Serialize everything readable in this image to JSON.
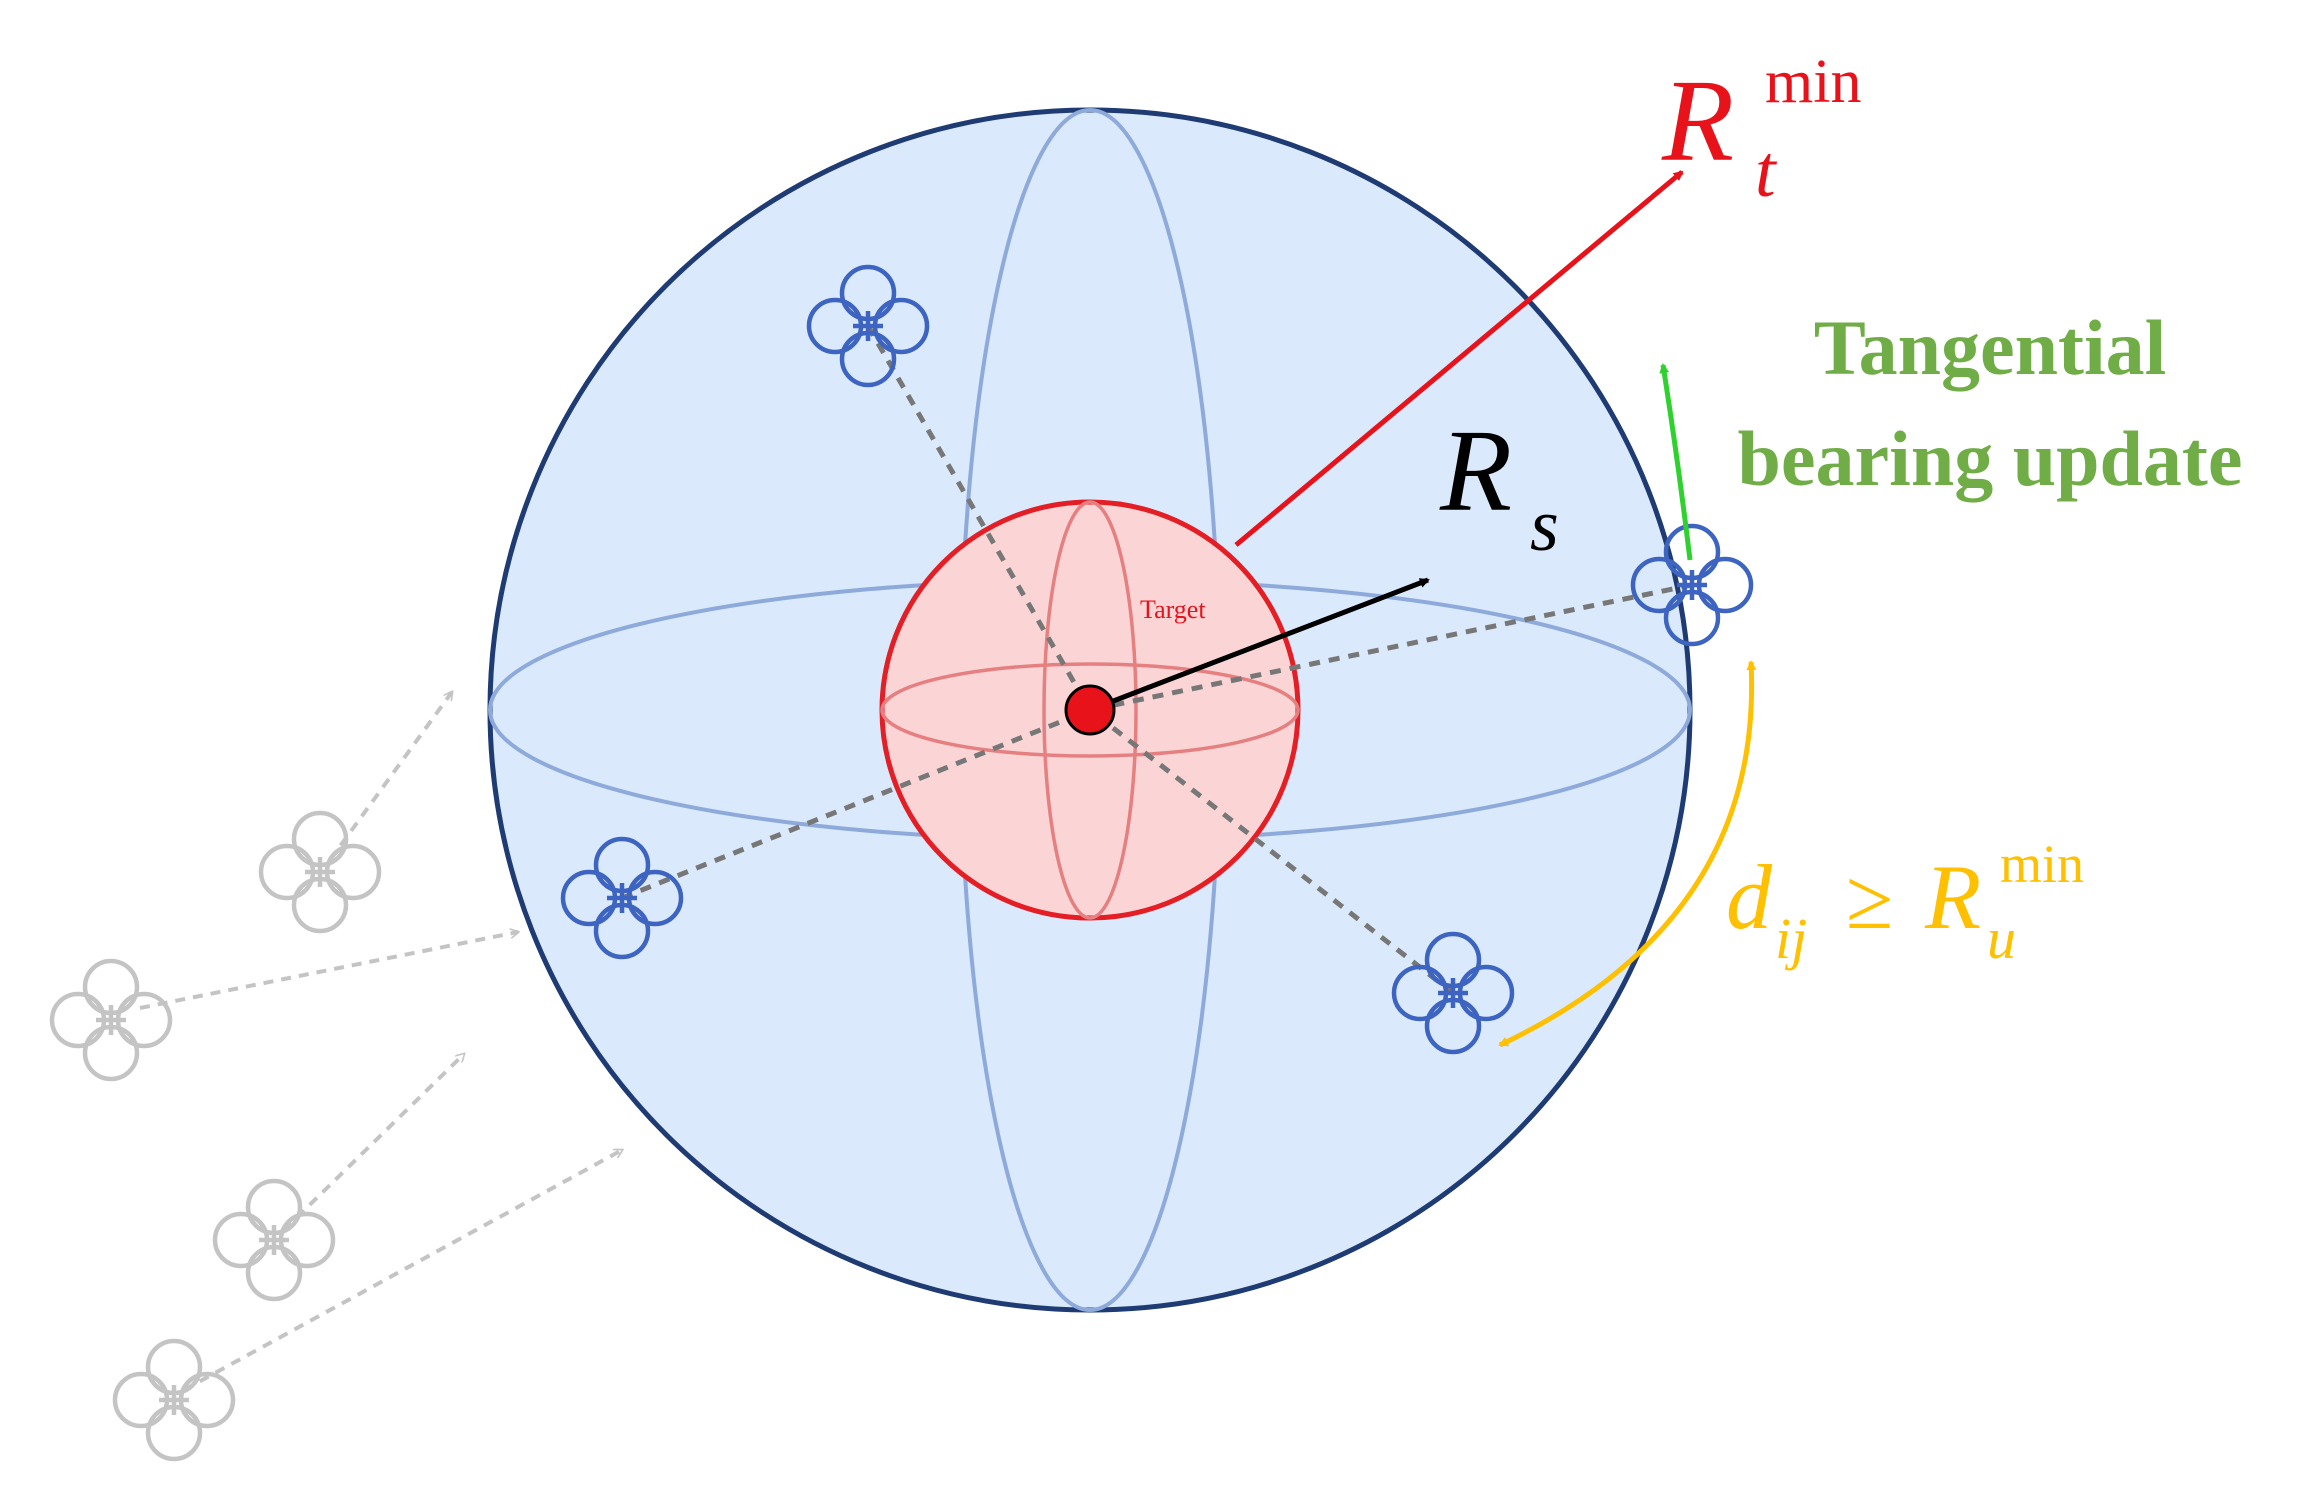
{
  "labels": {
    "target": "Target",
    "r_t_main": "R",
    "r_t_sub": "t",
    "r_t_sup": "min",
    "r_s_main": "R",
    "r_s_sub": "s",
    "tangential_line1": "Tangential",
    "tangential_line2": "bearing update",
    "d_main": "d",
    "d_sub": "ij",
    "geq": "≥",
    "r_u_main": "R",
    "r_u_sub": "u",
    "r_u_sup": "min"
  },
  "colors": {
    "sphere_fill": "#dae9fb",
    "sphere_stroke": "#1f3b73",
    "meridian": "#8eaadb",
    "target_sphere_fill": "#fbd5d6",
    "target_sphere_stroke": "#e41e25",
    "target_meridian": "#e57f80",
    "target_point": "#e8121a",
    "drone_active": "#3c64c0",
    "drone_incoming": "#c4c4c4",
    "r_t_arrow": "#e8121a",
    "r_s_arrow": "#000000",
    "bearing_link": "#777777",
    "tangential_arrow": "#2fd12f",
    "tangential_text": "#70ad47",
    "distance_arrow": "#ffc000"
  },
  "icons": {
    "drone": "quadrotor-icon",
    "target": "target-point-icon"
  }
}
